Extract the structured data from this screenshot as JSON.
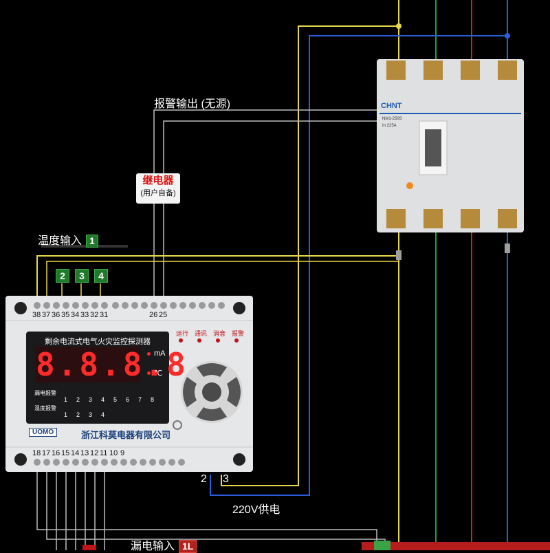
{
  "labels": {
    "alarm_output": "报警输出 (无源)",
    "relay_title": "继电器",
    "relay_note": "(用户自备)",
    "temp_input": "温度输入",
    "temp_input_tag": "1",
    "power_supply": "220V供电",
    "leak_input": "漏电输入",
    "leak_input_tag": "1L"
  },
  "temp_tags": [
    "2",
    "3",
    "4"
  ],
  "device": {
    "top_terminals_left": [
      "38",
      "37",
      "36",
      "35",
      "34",
      "33",
      "32",
      "31"
    ],
    "top_terminals_right": [
      "26",
      "25"
    ],
    "bottom_terminals": [
      "18",
      "17",
      "16",
      "15",
      "14",
      "13",
      "12",
      "11",
      "10",
      "9"
    ],
    "title": "剩余电流式电气火灾监控探测器",
    "display_value": "8.8.8.8",
    "unit_ma": "mA",
    "unit_c": "℃",
    "indicators": [
      "运行",
      "通讯",
      "消音",
      "报警"
    ],
    "leak_row_label": "漏电报警",
    "leak_numbers": [
      "1",
      "2",
      "3",
      "4",
      "5",
      "6",
      "7",
      "8"
    ],
    "temp_row_label": "温度报警",
    "temp_numbers": [
      "1",
      "2",
      "3",
      "4"
    ],
    "brand": "UOMO",
    "company": "浙江科莫电器有限公司"
  },
  "power_terminals": [
    "2",
    "3"
  ],
  "breaker": {
    "brand": "CHNT",
    "model": "NM1-250S",
    "rating": "In 225A"
  },
  "colors": {
    "yellow_wire": "#e8d84a",
    "green_wire": "#2e9a3c",
    "red_wire": "#d42020",
    "blue_wire": "#2b5ed6",
    "gray_wire": "#bdbdbd",
    "display_red": "#ff2a2a"
  }
}
